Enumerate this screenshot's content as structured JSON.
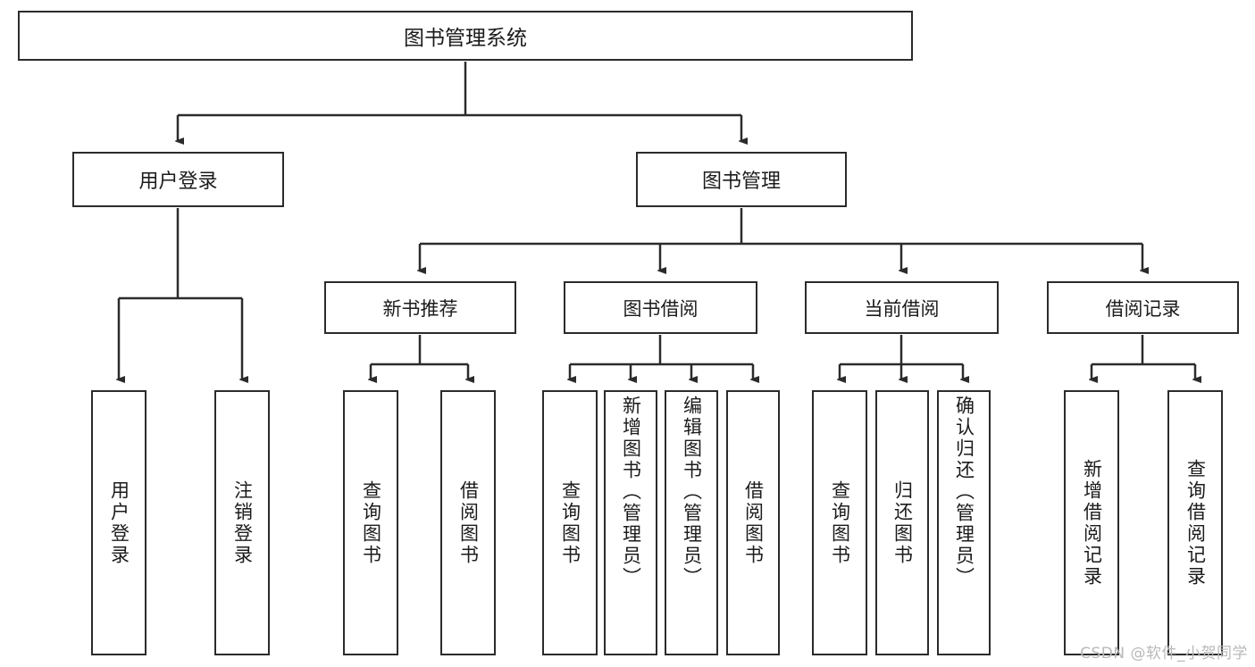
{
  "diagram": {
    "title": "图书管理系统",
    "type": "tree-hierarchy-chart",
    "root": {
      "label": "图书管理系统"
    },
    "level2": [
      {
        "id": "user-login",
        "label": "用户登录"
      },
      {
        "id": "book-management",
        "label": "图书管理"
      }
    ],
    "level3": [
      {
        "id": "new-book-recommend",
        "label": "新书推荐",
        "parent": "book-management"
      },
      {
        "id": "book-borrow",
        "label": "图书借阅",
        "parent": "book-management"
      },
      {
        "id": "current-borrow",
        "label": "当前借阅",
        "parent": "book-management"
      },
      {
        "id": "borrow-record",
        "label": "借阅记录",
        "parent": "book-management"
      }
    ],
    "leaves": [
      {
        "id": "leaf-user-login",
        "label": "用户登录",
        "parent": "user-login"
      },
      {
        "id": "leaf-logout",
        "label": "注销登录",
        "parent": "user-login"
      },
      {
        "id": "leaf-query-book-1",
        "label": "查询图书",
        "parent": "new-book-recommend"
      },
      {
        "id": "leaf-borrow-book-1",
        "label": "借阅图书",
        "parent": "new-book-recommend"
      },
      {
        "id": "leaf-query-book-2",
        "label": "查询图书",
        "parent": "book-borrow"
      },
      {
        "id": "leaf-add-book",
        "label": "新增图书（管理员）",
        "parent": "book-borrow"
      },
      {
        "id": "leaf-edit-book",
        "label": "编辑图书（管理员）",
        "parent": "book-borrow"
      },
      {
        "id": "leaf-borrow-book-2",
        "label": "借阅图书",
        "parent": "book-borrow"
      },
      {
        "id": "leaf-query-book-3",
        "label": "查询图书",
        "parent": "current-borrow"
      },
      {
        "id": "leaf-return-book",
        "label": "归还图书",
        "parent": "current-borrow"
      },
      {
        "id": "leaf-confirm-return",
        "label": "确认归还（管理员）",
        "parent": "current-borrow"
      },
      {
        "id": "leaf-add-record",
        "label": "新增借阅记录",
        "parent": "borrow-record"
      },
      {
        "id": "leaf-query-record",
        "label": "查询借阅记录",
        "parent": "borrow-record"
      }
    ],
    "colors": {
      "stroke": "#2b2b2b",
      "fill": "#ffffff",
      "text": "#1b1b1b",
      "watermark": "#b9b9b9"
    }
  },
  "watermark": {
    "text": "CSDN @软件_小贺同学"
  }
}
